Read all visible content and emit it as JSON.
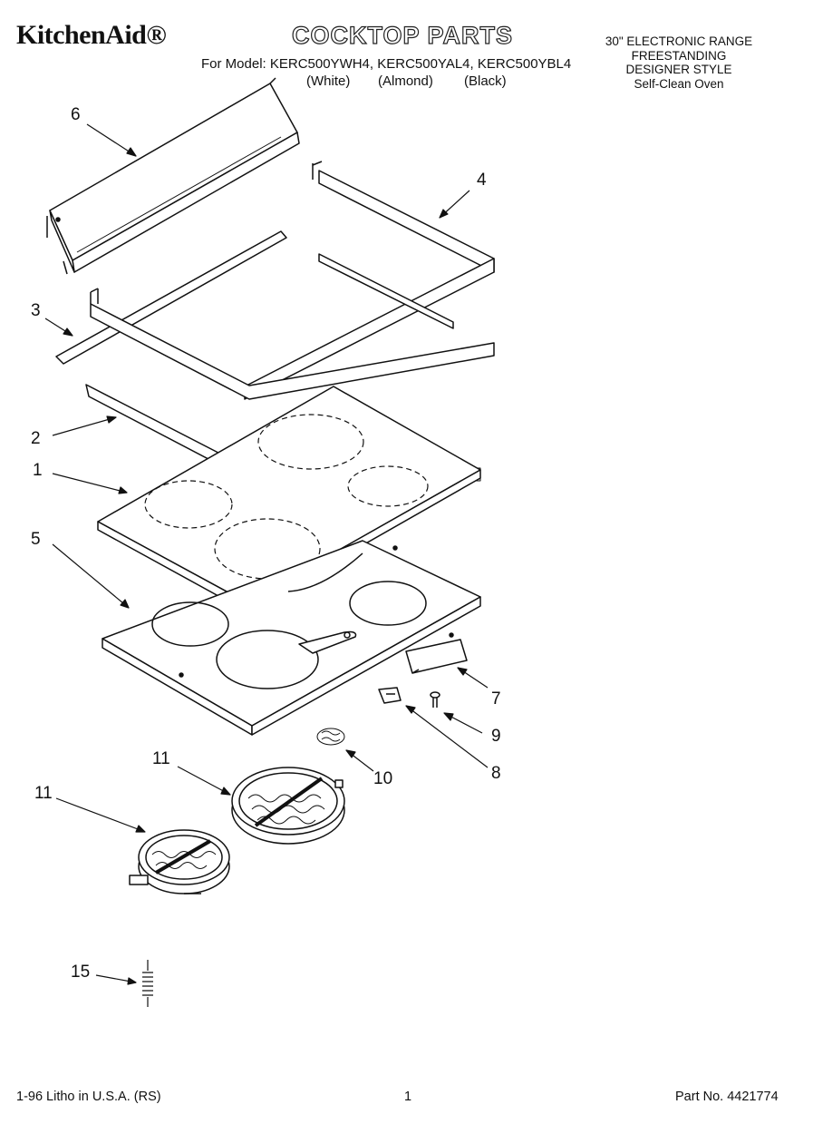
{
  "header": {
    "brand": "KitchenAid®",
    "title": "COCKTOP PARTS",
    "models_line": "For Model: KERC500YWH4, KERC500YAL4, KERC500YBL4",
    "color_white": "(White)",
    "color_almond": "(Almond)",
    "color_black": "(Black)",
    "product_lines": [
      "30\" ELECTRONIC RANGE",
      "FREESTANDING",
      "DESIGNER STYLE",
      "Self-Clean Oven"
    ]
  },
  "callouts": [
    "6",
    "4",
    "3",
    "2",
    "1",
    "5",
    "7",
    "9",
    "8",
    "10",
    "11",
    "11",
    "15"
  ],
  "footer": {
    "left": "1-96 Litho in U.S.A. (RS)",
    "page": "1",
    "part_no": "Part No. 4421774"
  }
}
